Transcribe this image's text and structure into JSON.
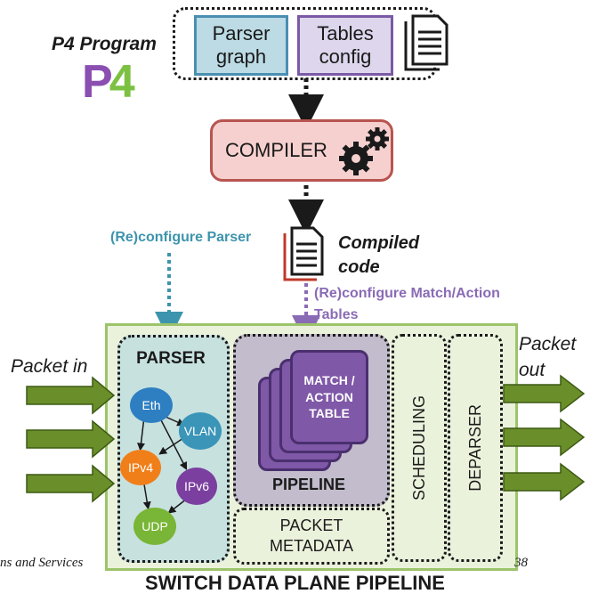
{
  "program": {
    "title": "P4 Program",
    "logo_p": "P",
    "logo_4": "4"
  },
  "inputs": {
    "parser_graph": "Parser graph",
    "tables_config": "Tables config"
  },
  "compiler": {
    "label": "COMPILER"
  },
  "compiled_code": {
    "label": "Compiled code"
  },
  "reconfigure": {
    "parser": "(Re)configure Parser",
    "match_action": "(Re)configure Match/Action Tables"
  },
  "switch": {
    "parser": {
      "label": "PARSER",
      "nodes": [
        "Eth",
        "VLAN",
        "IPv4",
        "IPv6",
        "UDP"
      ]
    },
    "match_action_table": "MATCH / ACTION TABLE",
    "pipeline": "PIPELINE",
    "packet_metadata": "PACKET METADATA",
    "scheduling": "SCHEDULING",
    "deparser": "DEPARSER"
  },
  "packet_in": "Packet in",
  "packet_out": "Packet out",
  "footer": {
    "left": "ns and Services",
    "page": "38"
  },
  "bottom_title": "SWITCH DATA PLANE PIPELINE",
  "colors": {
    "switch_bg": "#ebf2dc",
    "switch_border": "#9cc46a",
    "parser_bg": "#c7e1df",
    "pipeline_bg": "#c2bccc",
    "arrow_green": "#6a8f2a",
    "teal": "#3d94ad",
    "purple": "#8a6bb5",
    "eth": "#2e7fc2",
    "vlan": "#3a95b8",
    "ipv4": "#f07f1a",
    "ipv6": "#7b3fa0",
    "udp": "#79b536"
  },
  "icons": [
    "document-icon",
    "gears-icon",
    "compiled-document-icon",
    "arrow-right-icon"
  ]
}
